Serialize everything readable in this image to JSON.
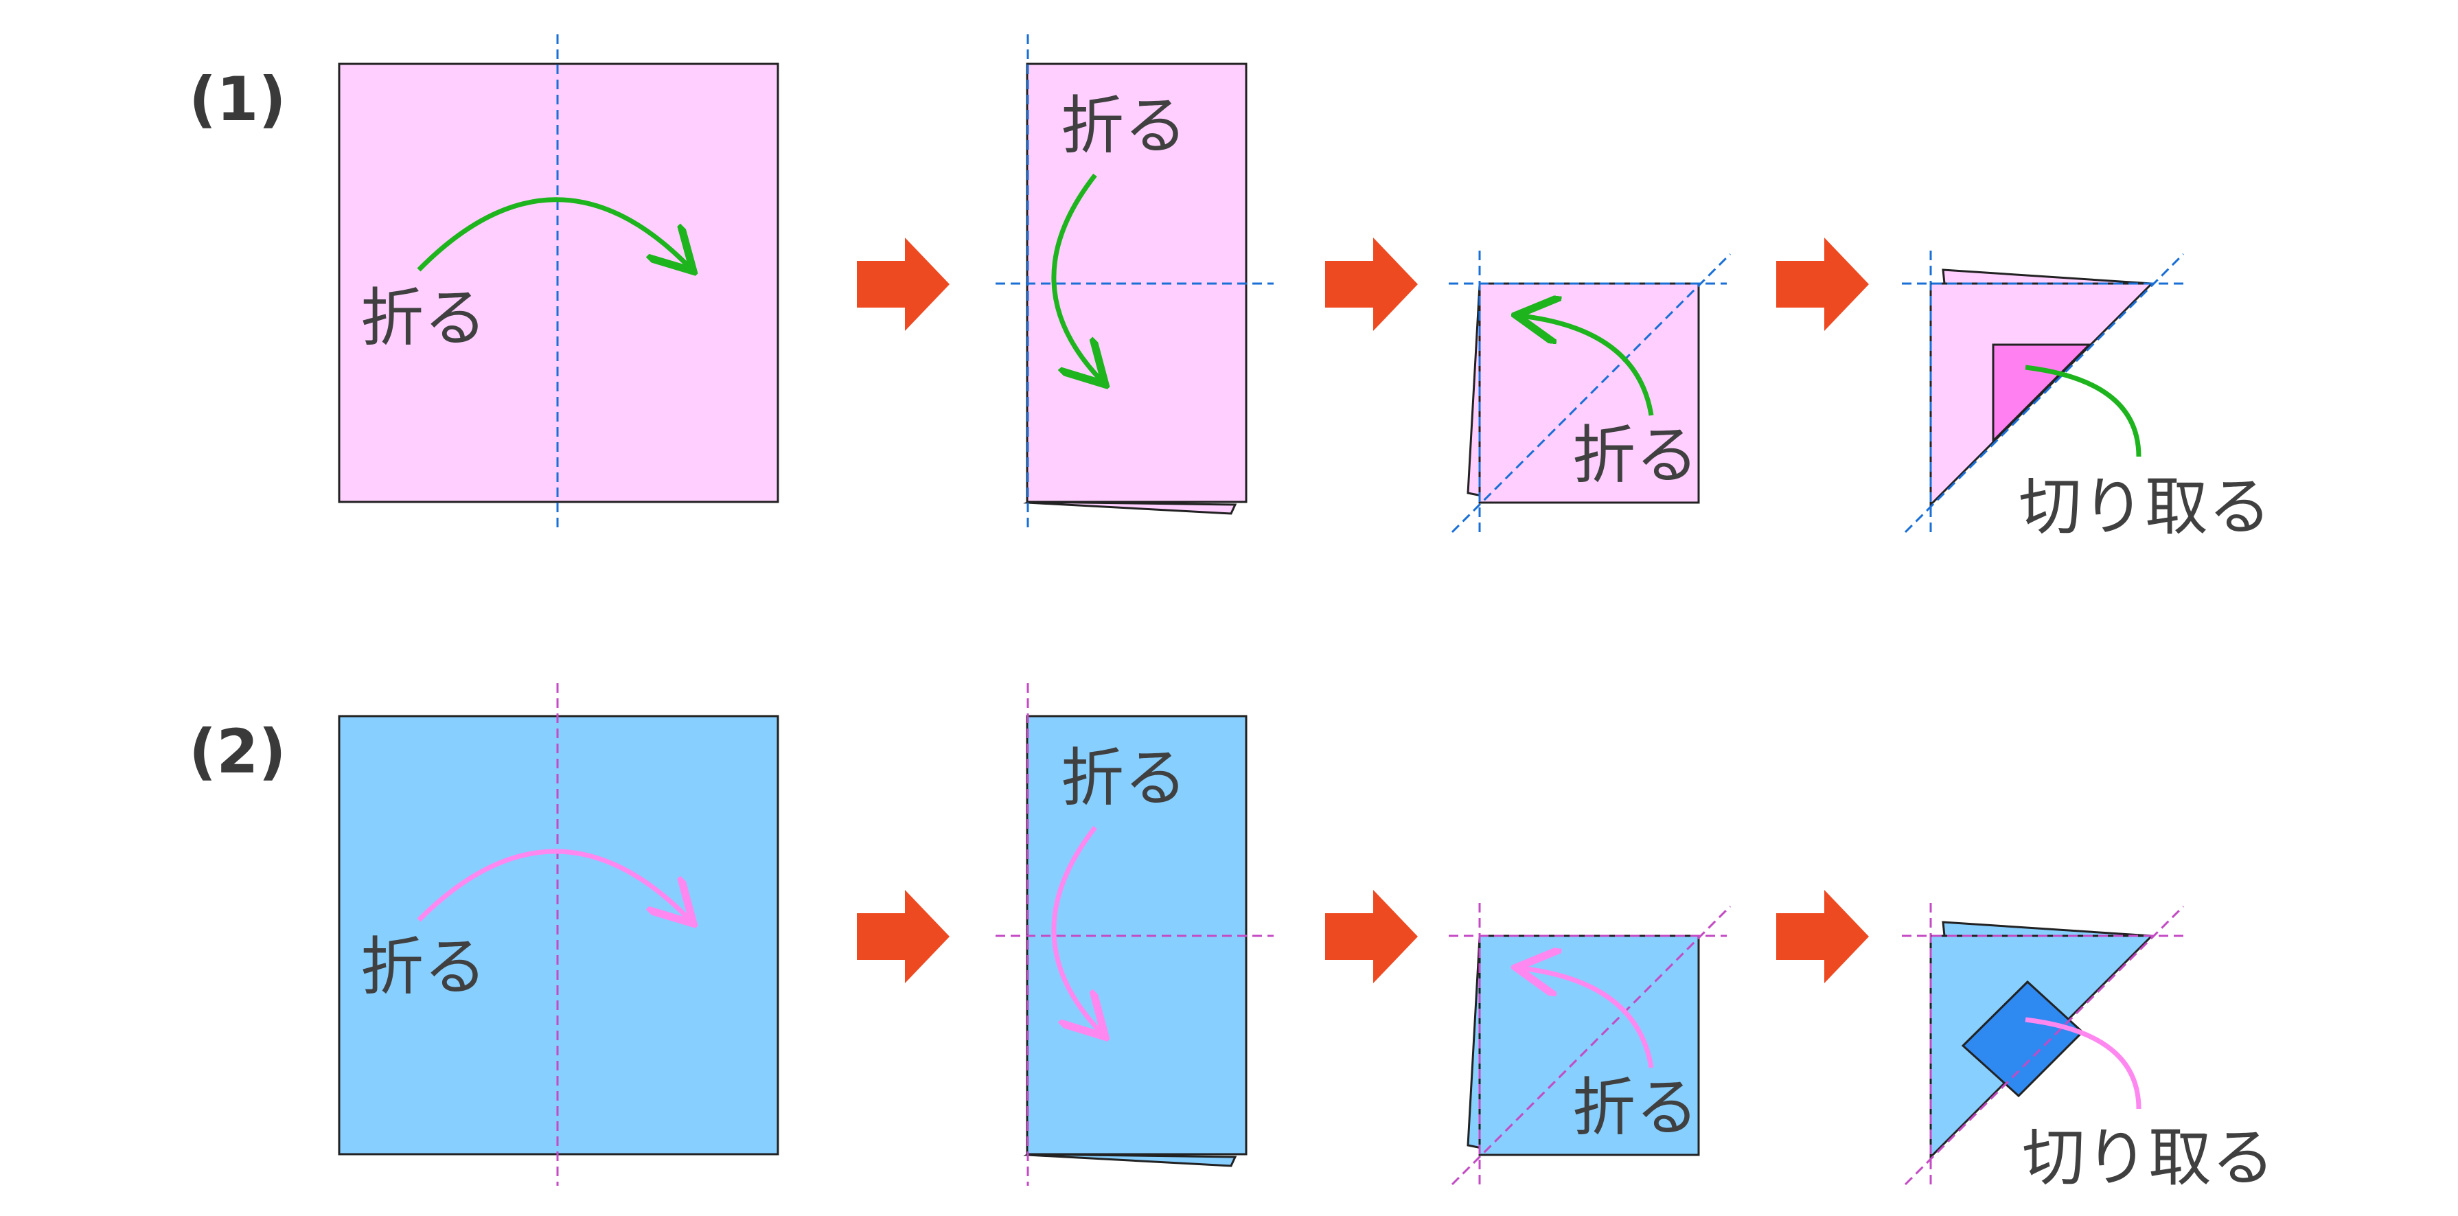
{
  "colors": {
    "row1_paper": "#ffd0ff",
    "row1_cut": "#ff80f0",
    "row1_fold_line": "#1a6fd6",
    "row1_arrow": "#1db41d",
    "row2_paper": "#87cfff",
    "row2_cut": "#2e89f0",
    "row2_fold_line": "#c44bc4",
    "row2_arrow": "#ff88f0",
    "step_arrow": "#ee4a22",
    "outline": "#222222"
  },
  "rows": [
    {
      "number": "(1)",
      "steps": [
        {
          "label": "折る"
        },
        {
          "label": "折る"
        },
        {
          "label": "折る"
        },
        {
          "label": "切り取る"
        }
      ]
    },
    {
      "number": "(2)",
      "steps": [
        {
          "label": "折る"
        },
        {
          "label": "折る"
        },
        {
          "label": "折る"
        },
        {
          "label": "切り取る"
        }
      ]
    }
  ]
}
